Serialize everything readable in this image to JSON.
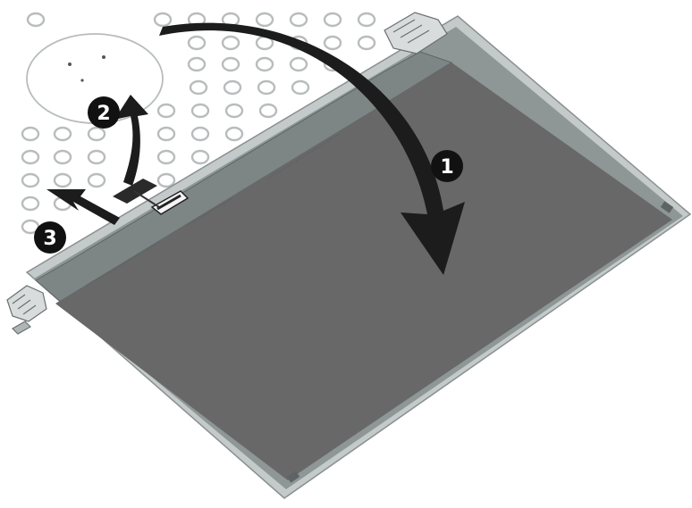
{
  "figure": {
    "kind": "service-manual illustration: display panel removal",
    "colors": {
      "panel_face": "#686868",
      "panel_bezel": "#8e9696",
      "panel_edge": "#c4caca",
      "hole_outline": "#b8bcbc",
      "arrow": "#1c1c1c",
      "callout_fill": "#111111",
      "callout_text": "#ffffff"
    }
  },
  "callouts": [
    {
      "id": "step-1",
      "label": "1"
    },
    {
      "id": "step-2",
      "label": "2"
    },
    {
      "id": "step-3",
      "label": "3"
    }
  ],
  "icons": [
    "rotate-arrow-icon",
    "lift-arrow-icon",
    "slide-arrow-icon",
    "hinge-icon",
    "connector-icon"
  ]
}
